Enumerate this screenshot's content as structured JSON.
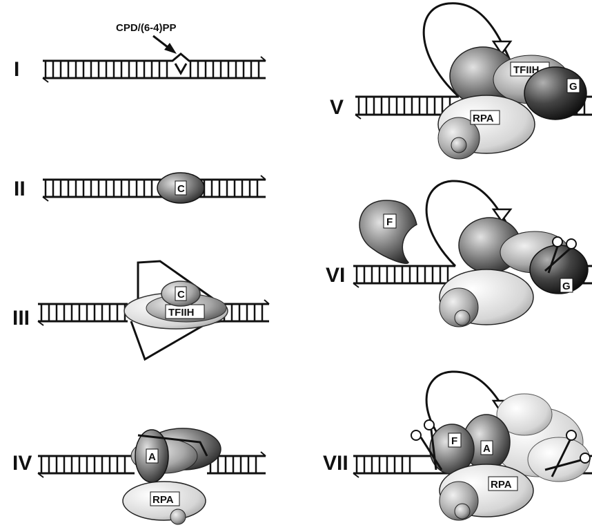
{
  "steps": [
    {
      "numeral": "I"
    },
    {
      "numeral": "II"
    },
    {
      "numeral": "III"
    },
    {
      "numeral": "IV"
    },
    {
      "numeral": "V"
    },
    {
      "numeral": "VI"
    },
    {
      "numeral": "VII"
    }
  ],
  "damage_label": "CPD/(6-4)PP",
  "factor_labels": {
    "xpc": "C",
    "tfiih": "TFIIH",
    "xpa": "A",
    "rpa": "RPA",
    "xpg": "G",
    "xpf": "F"
  }
}
